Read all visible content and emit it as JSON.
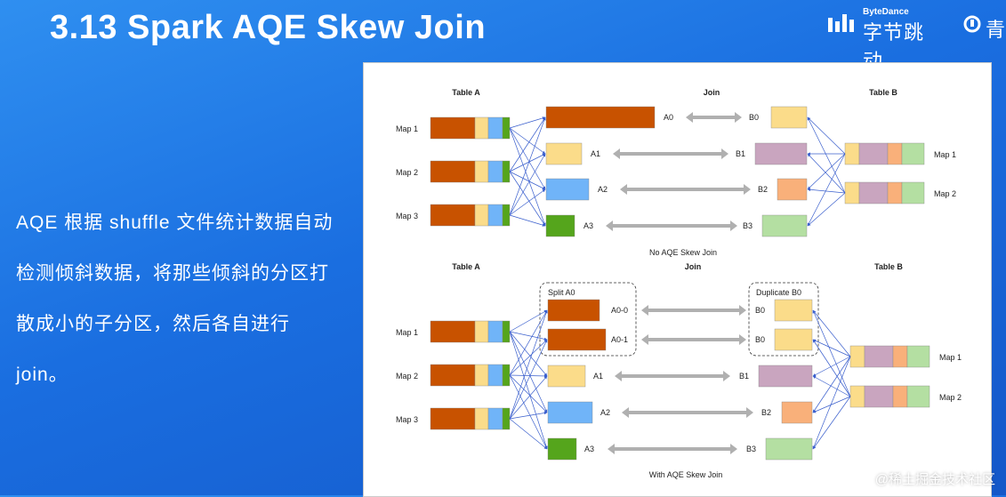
{
  "header": {
    "title": "3.13 Spark AQE Skew Join",
    "logo_small": "ByteDance",
    "logo_big": "字节跳动",
    "logo2_text": "青"
  },
  "body_text": "AQE 根据 shuffle 文件统计数据自动检测倾斜数据，将那些倾斜的分区打散成小的子分区，然后各自进行 join。",
  "watermark": "@稀土掘金技术社区",
  "colors": {
    "orange": "#c85200",
    "yellow": "#fbdc8a",
    "blue": "#70b4f8",
    "green": "#55a51c",
    "pink": "#c9a5bf",
    "peach": "#f9b07a",
    "lightgreen": "#b4dfa2",
    "arrow_gray": "#b0b0b0",
    "line_blue": "#3a5fcd"
  },
  "diagram_top": {
    "table_a": "Table A",
    "join": "Join",
    "table_b": "Table B",
    "maps_a": [
      "Map 1",
      "Map 2",
      "Map 3"
    ],
    "parts_a": [
      "A0",
      "A1",
      "A2",
      "A3"
    ],
    "parts_b": [
      "B0",
      "B1",
      "B2",
      "B3"
    ],
    "maps_b": [
      "Map 1",
      "Map 2"
    ],
    "caption": "No AQE Skew Join"
  },
  "diagram_bottom": {
    "table_a": "Table A",
    "join": "Join",
    "table_b": "Table B",
    "maps_a": [
      "Map 1",
      "Map 2",
      "Map 3"
    ],
    "split_label": "Split A0",
    "duplicate_label": "Duplicate B0",
    "split_parts": [
      "A0-0",
      "A0-1"
    ],
    "dup_parts": [
      "B0",
      "B0"
    ],
    "parts_a": [
      "A1",
      "A2",
      "A3"
    ],
    "parts_b": [
      "B1",
      "B2",
      "B3"
    ],
    "maps_b": [
      "Map 1",
      "Map 2"
    ],
    "caption": "With AQE Skew Join"
  }
}
